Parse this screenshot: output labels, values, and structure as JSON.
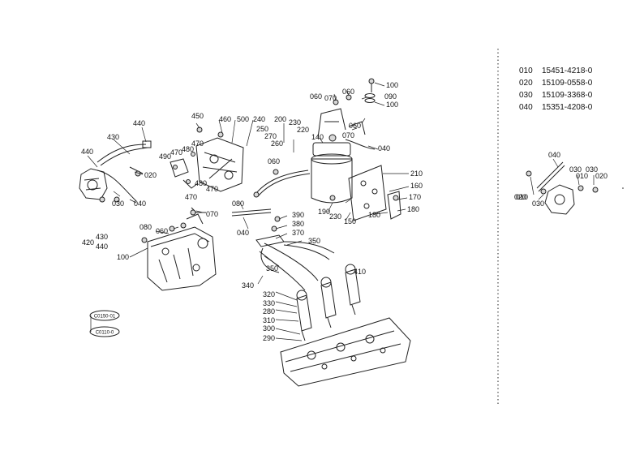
{
  "callouts": {
    "c010": "010",
    "c020": "020",
    "c030": "030",
    "c040": "040",
    "c060": "060",
    "c070": "070",
    "c080": "080",
    "c090": "090",
    "c100": "100",
    "c140": "140",
    "c150": "150",
    "c160": "160",
    "c170": "170",
    "c180": "180",
    "c190": "190",
    "c200": "200",
    "c210": "210",
    "c220": "220",
    "c230": "230",
    "c240": "240",
    "c250": "250",
    "c260": "260",
    "c270": "270",
    "c280": "280",
    "c290": "290",
    "c300": "300",
    "c310": "310",
    "c320": "320",
    "c330": "330",
    "c340": "340",
    "c350": "350",
    "c370": "370",
    "c380": "380",
    "c390": "390",
    "c410": "410",
    "c420": "420",
    "c430": "430",
    "c440": "440",
    "c450": "450",
    "c460": "460",
    "c470": "470",
    "c480": "480",
    "c490": "490",
    "c500": "500"
  },
  "stamps": [
    "C0150-01",
    "C0110-0"
  ],
  "parts_list": [
    {
      "code": "010",
      "part": "15451-4218-0"
    },
    {
      "code": "020",
      "part": "15109-0558-0"
    },
    {
      "code": "030",
      "part": "15109-3368-0"
    },
    {
      "code": "040",
      "part": "15351-4208-0"
    }
  ]
}
